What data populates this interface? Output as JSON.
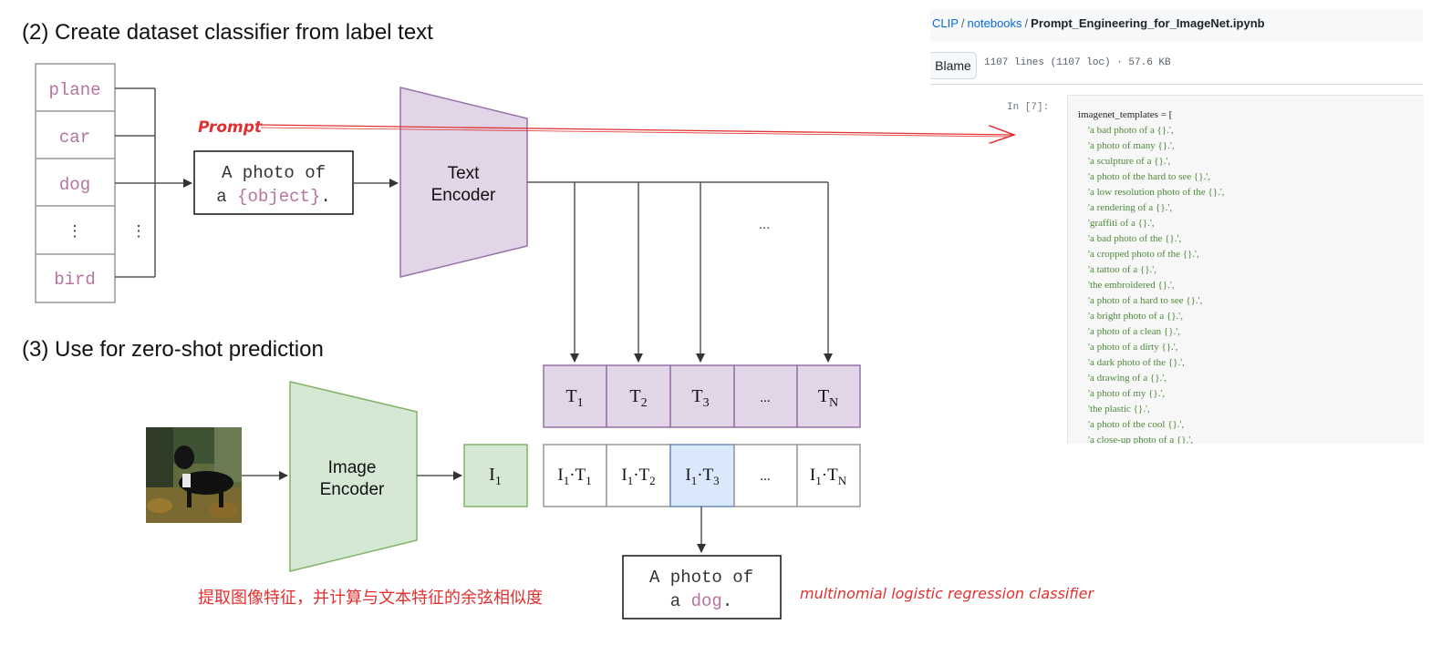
{
  "diagram": {
    "section2_title": "(2) Create dataset classifier from label text",
    "section3_title": "(3) Use for zero-shot prediction",
    "labels": [
      "plane",
      "car",
      "dog",
      "bird"
    ],
    "label_ellipsis": "⋮",
    "prompt_template": {
      "line1": "A photo of",
      "line2_prefix": "a ",
      "line2_var": "{object}",
      "line2_suffix": "."
    },
    "text_encoder": {
      "line1": "Text",
      "line2": "Encoder"
    },
    "image_encoder": {
      "line1": "Image",
      "line2": "Encoder"
    },
    "text_arrows_ellipsis": "...",
    "text_features": [
      {
        "base": "T",
        "sub": "1"
      },
      {
        "base": "T",
        "sub": "2"
      },
      {
        "base": "T",
        "sub": "3"
      },
      {
        "base": "...",
        "sub": ""
      },
      {
        "base": "T",
        "sub": "N"
      }
    ],
    "image_feature": {
      "base": "I",
      "sub": "1"
    },
    "similarity": [
      {
        "a": "I",
        "as": "1",
        "b": "T",
        "bs": "1"
      },
      {
        "a": "I",
        "as": "1",
        "b": "T",
        "bs": "2"
      },
      {
        "a": "I",
        "as": "1",
        "b": "T",
        "bs": "3",
        "highlight": true
      },
      {
        "ellipsis": "..."
      },
      {
        "a": "I",
        "as": "1",
        "b": "T",
        "bs": "N"
      }
    ],
    "result": {
      "line1": "A photo of",
      "line2_prefix": "a ",
      "line2_var": "dog",
      "line2_suffix": "."
    },
    "annotation_prompt": "Prompt",
    "annotation_similarity": "提取图像特征，并计算与文本特征的余弦相似度",
    "annotation_classifier": "multinomial logistic regression classifier",
    "colors": {
      "text_purple": "#e1d5e7",
      "text_purple_stroke": "#9673a6",
      "image_green": "#d5e8d4",
      "image_green_stroke": "#82b366",
      "highlight_blue": "#dae8fc",
      "highlight_blue_stroke": "#6c8ebf",
      "var_purple": "#b5739d",
      "annotation_red": "#e03030"
    }
  },
  "notebook": {
    "breadcrumb": {
      "repo": "CLIP",
      "folder": "notebooks",
      "file": "Prompt_Engineering_for_ImageNet.ipynb"
    },
    "blame_label": "Blame",
    "file_meta": "1107 lines (1107 loc) · 57.6 KB",
    "cell_prompt": "In [7]:",
    "code_first": "imagenet_templates = [",
    "code_templates": [
      "'a bad photo of a {}.',",
      "'a photo of many {}.',",
      "'a sculpture of a {}.',",
      "'a photo of the hard to see {}.',",
      "'a low resolution photo of the {}.',",
      "'a rendering of a {}.',",
      "'graffiti of a {}.',",
      "'a bad photo of the {}.',",
      "'a cropped photo of the {}.',",
      "'a tattoo of a {}.',",
      "'the embroidered {}.',",
      "'a photo of a hard to see {}.',",
      "'a bright photo of a {}.',",
      "'a photo of a clean {}.',",
      "'a photo of a dirty {}.',",
      "'a dark photo of the {}.',",
      "'a drawing of a {}.',",
      "'a photo of my {}.',",
      "'the plastic {}.',",
      "'a photo of the cool {}.',",
      "'a close-up photo of a {}.',"
    ]
  }
}
